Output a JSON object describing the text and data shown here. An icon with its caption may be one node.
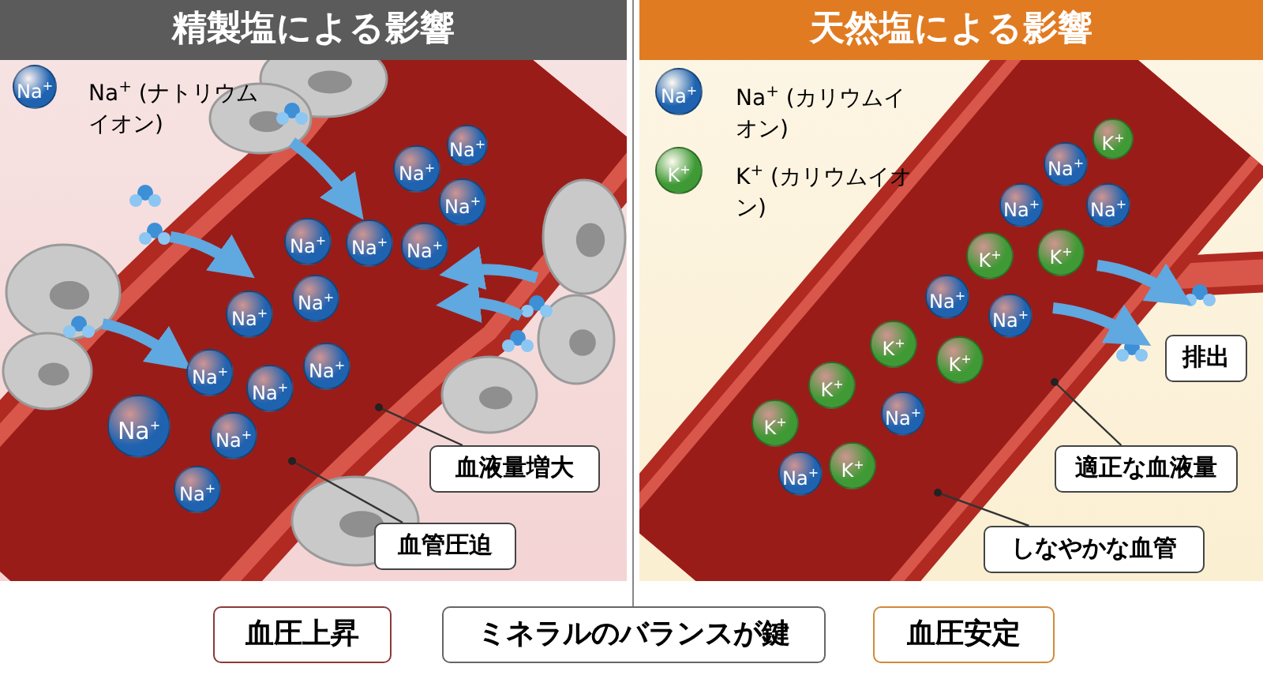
{
  "diagram": {
    "nodes": [
      {
        "text": [
          "精製塩による影響"
        ]
      },
      {
        "text": [
          "天然塩による影響"
        ]
      },
      {
        "text": [
          "血液量増大"
        ],
        "in": 0
      },
      {
        "text": [
          "血管圧迫"
        ],
        "in": 0
      },
      {
        "text": [
          "排出"
        ],
        "in": 1
      },
      {
        "text": [
          "適正な血液量"
        ],
        "in": 1
      },
      {
        "text": [
          "しなやかな血管"
        ],
        "in": 1
      },
      {
        "text": [
          "血圧上昇"
        ]
      },
      {
        "text": [
          "ミネラルのバランスが鍵"
        ]
      },
      {
        "text": [
          "血圧安定"
        ]
      }
    ],
    "edges": [
      {
        "from": 2,
        "to": null,
        "arrow": "none"
      },
      {
        "from": 3,
        "to": null,
        "arrow": "none"
      },
      {
        "from": 5,
        "to": null,
        "arrow": "none"
      },
      {
        "from": 6,
        "to": null,
        "arrow": "none"
      }
    ],
    "labels": [
      "Na$^{+}$",
      "Na$^{+}$",
      "Na$^{+}$",
      "Na$^{+}$",
      "Na$^{+}$",
      "Na$^{+}$",
      "Na$^{+}$",
      "Na$^{+}$",
      "Na$^{+}$",
      "Na$^{+}$",
      "Na$^{+}$",
      "Na$^{+}$",
      "Na$^{+}$",
      "Na$^{+}$",
      "Na$^{+}$",
      "Na$^{+}$",
      "K$^{+}$",
      "K$^{+}$",
      "Na$^{+}$",
      "Na$^{+}$",
      "Na$^{+}$",
      "K$^{+}$",
      "K$^{+}$",
      "Na$^{+}$",
      "K$^{+}$",
      "Na$^{+}$",
      "K$^{+}$",
      "K$^{+}$",
      "Na$^{+}$",
      "K$^{+}$",
      "K$^{+}$",
      "Na$^{+}$"
    ],
    "legend": [
      {
        "text": "Na$^{+}$ (ナトリウムイオン)"
      },
      {
        "text": "Na$^{+}$ (カリウムイオン)"
      },
      {
        "text": "K$^{+}$ (カリウムイオン)"
      }
    ]
  }
}
